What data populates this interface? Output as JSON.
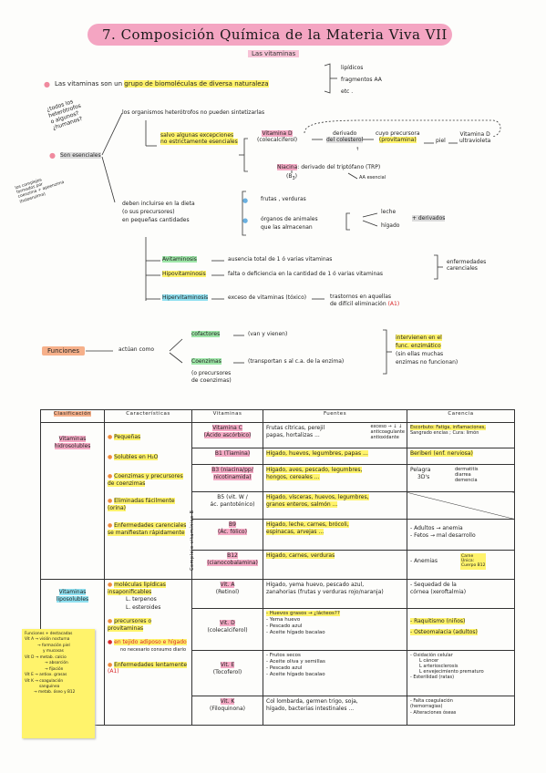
{
  "header": {
    "title": "7.   Composición Química de la Materia Viva VII",
    "subtitle": "Las vitaminas"
  },
  "intro": {
    "text_prefix": "Las vitaminas son un",
    "text_highlight": "grupo de biomoléculas de diversa naturaleza",
    "types": [
      "lipídicos",
      "fragmentos AA",
      "etc ."
    ]
  },
  "annotations": {
    "question": [
      "¿todos los",
      "heterótrofos",
      "o algunos?",
      "¿humanos?"
    ],
    "side_note": [
      "los complejos",
      "formados por",
      "coenzima + apoenzima",
      "(holoenzima)"
    ]
  },
  "essential": {
    "label": "Son esenciales",
    "branch1": "los organismos heterótrofos no pueden sintetizarlas",
    "exceptions_label": [
      "salvo algunas excepciones",
      "no estrictamente esenciales"
    ],
    "vitD": [
      "Vitamina D",
      "(colecalciferol)"
    ],
    "vitD_from": [
      "derivado",
      "del colesterol"
    ],
    "vitD_arrow1": "↑",
    "vitD_precursor": [
      "cuyo precursora",
      "(provitamina)"
    ],
    "vitD_piel": "piel",
    "vitD_result": [
      "Vitamina D",
      "ultravioleta"
    ],
    "niacina": "Niacina",
    "niacina_desc": ": derivado del triptófano (TRP)",
    "niacina_b": "(B",
    "niacina_b_sub": "3",
    "niacina_b_close": ")",
    "aa_esencial": "AA esencial",
    "branch2": [
      "deben incluirse en la dieta",
      "(o sus precursores)",
      "en pequeñas cantidades"
    ],
    "sources": [
      "frutas , verduras",
      "órganos de animales",
      "que las almacenan"
    ],
    "sources_sub": [
      "leche",
      "hígado"
    ],
    "sources_extra": "+ derivados"
  },
  "disorders": [
    {
      "name": "Avitaminosis",
      "desc": "ausencia total de 1 ó varias vitaminas"
    },
    {
      "name": "Hipovitaminosis",
      "desc": "falta o deficiencia en la cantidad de 1 ó varias vitaminas"
    },
    {
      "name": "Hipervitaminosis",
      "desc": "exceso de vitaminas (tóxico)"
    }
  ],
  "disorders_group": [
    "enfermedades",
    "carenciales"
  ],
  "hiper_note": [
    "trastornos en aquellas",
    "de difícil eliminación"
  ],
  "hiper_ref": "(A1)",
  "functions": {
    "label": "Funciones",
    "act": "actúan como",
    "cofactores": "cofactores",
    "cofactores_note": "(van y vienen)",
    "coenzimas": "Coenzimas",
    "coenzimas_note": "(transportan s al c.a. de la enzima)",
    "coenzimas_sub": [
      "(o precursores",
      "de coenzimas)"
    ],
    "result": [
      "intervienen en el",
      "func. enzimático",
      "(sin ellas muchas",
      "enzimas no funcionan)"
    ]
  },
  "table": {
    "headers": [
      "Clasificación",
      "Características",
      "Vitaminas",
      "Fuentes",
      "Carencia"
    ],
    "hydro": {
      "class": [
        "Vitaminas",
        "hidrosolubles"
      ],
      "traits": [
        "Pequeñas",
        "Solubles en H₂O",
        "Coenzimas y precursores de coenzimas",
        "Eliminadas fácilmente (orina)",
        "Enfermedades carenciales se manifiestan rápidamente"
      ],
      "complex_label": "Complejo vitamínico B",
      "rows": [
        {
          "vit": [
            "Vitamina C",
            "(Ácido ascórbico)"
          ],
          "sources": [
            "Frutas cítricas, perejil",
            "papas, hortalizas ..."
          ],
          "sources_extra": [
            "exceso → ↓ ↓",
            "anticoagulante",
            "antioxidante"
          ],
          "deficiency": [
            "Escorbuto: Fatiga, inflamaciones,",
            "Sangrado encías ; Cura: limón"
          ]
        },
        {
          "vit": [
            "B1 (Tiamina)"
          ],
          "sources": [
            "Hígado, huevos, legumbres, papas ..."
          ],
          "deficiency": [
            "Beriberi (enf. nerviosa)"
          ]
        },
        {
          "vit": [
            "B3 (niacina/pp/",
            "nicotinamida)"
          ],
          "sources": [
            "Hígado, aves, pescado, legumbres,",
            "hongos, cereales ..."
          ],
          "deficiency": [
            "Pelagra",
            "3D's"
          ],
          "deficiency_extra": [
            "dermatitis",
            "diarrea",
            "demencia"
          ]
        },
        {
          "vit": [
            "B5 (vit. W /",
            "ác. pantoténico)"
          ],
          "sources": [
            "Hígado, vísceras, huevos, legumbres,",
            "granos enteros, salmón ..."
          ],
          "deficiency": []
        },
        {
          "vit": [
            "B9",
            "(Ác. fólico)"
          ],
          "sources": [
            "Hígado, leche, carnes, brócoli,",
            "espinacas, arvejas ..."
          ],
          "deficiency": [
            "- Adultos → anemia",
            "- Fetos → mal desarrollo"
          ]
        },
        {
          "vit": [
            "B12",
            "(cianocobalamina)"
          ],
          "sources": [
            "Hígado, carnes, verduras"
          ],
          "deficiency": [
            "- Anemias"
          ],
          "deficiency_extra": [
            "Carne",
            "Única:",
            "Cuerpo B12"
          ]
        }
      ]
    },
    "lipo": {
      "class": [
        "Vitaminas",
        "liposolubles"
      ],
      "traits": [
        "moléculas lipídicas insaponificables",
        "L. terpenos",
        "L. esteroides",
        "precursores o provitaminas",
        "en tejido adiposo e hígado",
        "no necesario consumo diario",
        "Enfermedades lentamente",
        "(A1)"
      ],
      "rows": [
        {
          "vit": [
            "Vit. A",
            "(Retinol)"
          ],
          "sources": [
            "Hígado, yema huevo, pescado azul,",
            "zanahorias (frutas y verduras rojo/naranja)"
          ],
          "deficiency": [
            "- Sequedad de la",
            "córnea (xeroftalmia)"
          ]
        },
        {
          "vit": [
            "Vit. D",
            "(colecalciferol)"
          ],
          "sources": [
            "- Huevos grasos → ¿lácteos??",
            "- Yema huevo",
            "- Pescado azul",
            "- Aceite hígado bacalao"
          ],
          "deficiency": [
            "- Raquitismo (niños)",
            "- Osteomalacia (adultos)"
          ]
        },
        {
          "vit": [
            "Vit. E",
            "(Tocoferol)"
          ],
          "sources": [
            "- Frutos secos",
            "- Aceite oliva y semillas",
            "- Pescado azul",
            "- Aceite hígado bacalao"
          ],
          "deficiency": [
            "- Oxidación celular",
            "L cáncer",
            "L arteriosclerosis",
            "L envejecimiento prematuro",
            "- Esterilidad (ratas)"
          ]
        },
        {
          "vit": [
            "Vit. K",
            "(Filoquinona)"
          ],
          "sources": [
            "Col lombarda, germen trigo, soja,",
            "hígado, bacterias intestinales ..."
          ],
          "deficiency": [
            "- Falta coagulación",
            "(hemorragias)",
            "- Alteraciones óseas"
          ]
        }
      ]
    }
  },
  "sticky_note": [
    "Funciones + destacadas",
    "Vit A → visión nocturna",
    "→ formación piel",
    "y mucosas",
    "Vit D → metab. calcio",
    "→ absorción",
    "→ fijación",
    "Vit E → antiox. grasas",
    "Vit K → coagulación",
    "sanguínea",
    "→ metab. óseo y B12"
  ],
  "colors": {
    "title_banner": "#f4a5c2",
    "highlight_yellow": "#fff36b",
    "highlight_green": "#9ee6a8",
    "highlight_blue": "#8fe0f0",
    "highlight_orange": "#f6b08a",
    "accent_red": "#d8282a"
  }
}
